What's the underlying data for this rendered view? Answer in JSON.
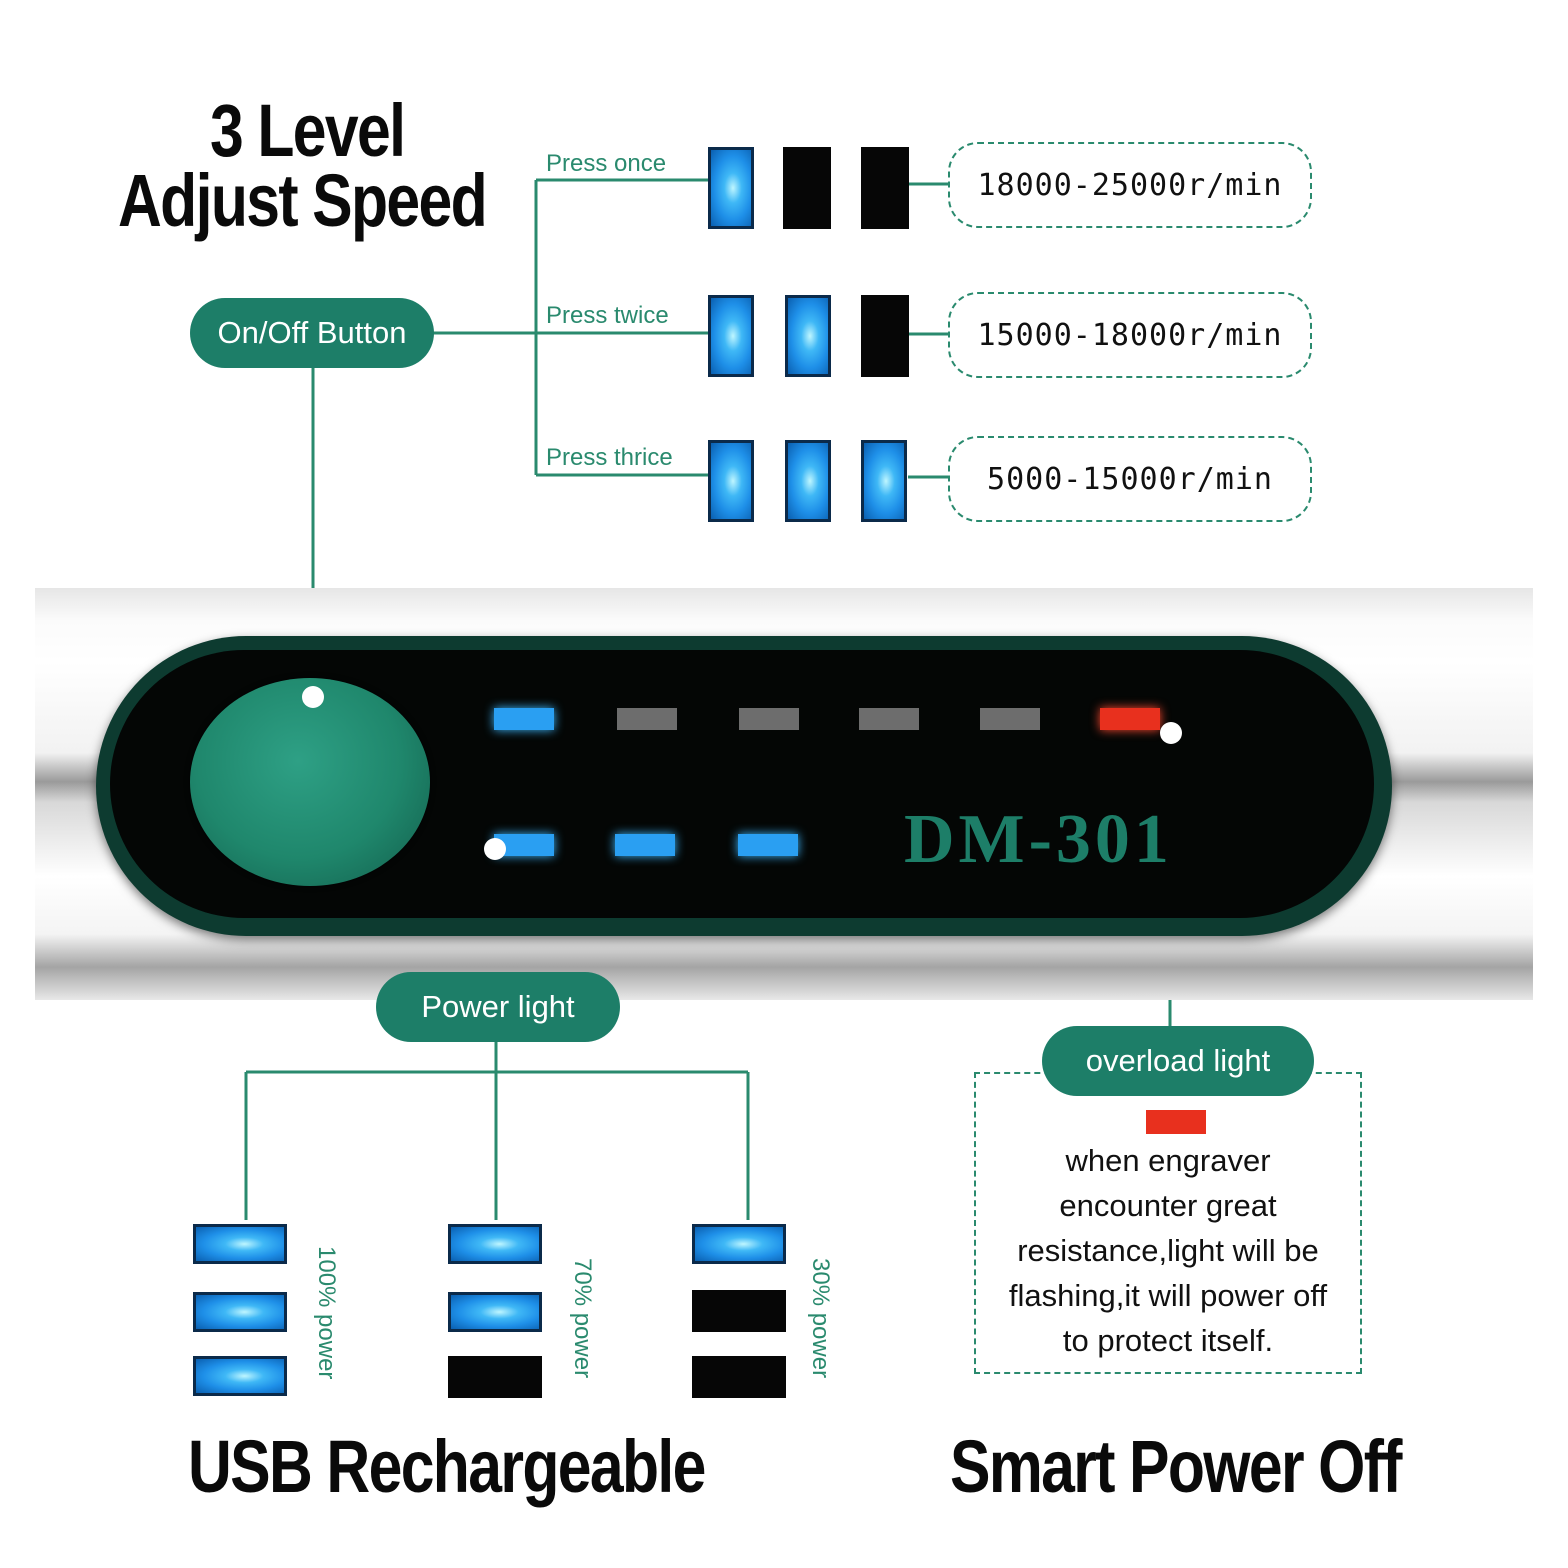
{
  "title": {
    "line1": "3 Level",
    "line2": "Adjust Speed"
  },
  "on_off_label": "On/Off Button",
  "speed_levels": [
    {
      "press": "Press once",
      "speed": "18000-25000r/min",
      "lit": 1
    },
    {
      "press": "Press twice",
      "speed": "15000-18000r/min",
      "lit": 2
    },
    {
      "press": "Press thrice",
      "speed": "5000-15000r/min",
      "lit": 3
    }
  ],
  "device": {
    "model": "DM-301"
  },
  "power_light_label": "Power light",
  "power_levels": [
    {
      "label": "100% power",
      "lit": 3
    },
    {
      "label": "70% power",
      "lit": 2
    },
    {
      "label": "30% power",
      "lit": 1
    }
  ],
  "overload": {
    "label": "overload light",
    "description_lines": [
      "when engraver",
      "encounter great",
      "resistance,light will be",
      "flashing,it will power off",
      "to protect itself."
    ]
  },
  "footer": {
    "left": "USB Rechargeable",
    "right": "Smart Power Off"
  },
  "colors": {
    "accent": "#1d7e68",
    "led_blue": "#1e8fe8",
    "led_red": "#e8301e"
  }
}
